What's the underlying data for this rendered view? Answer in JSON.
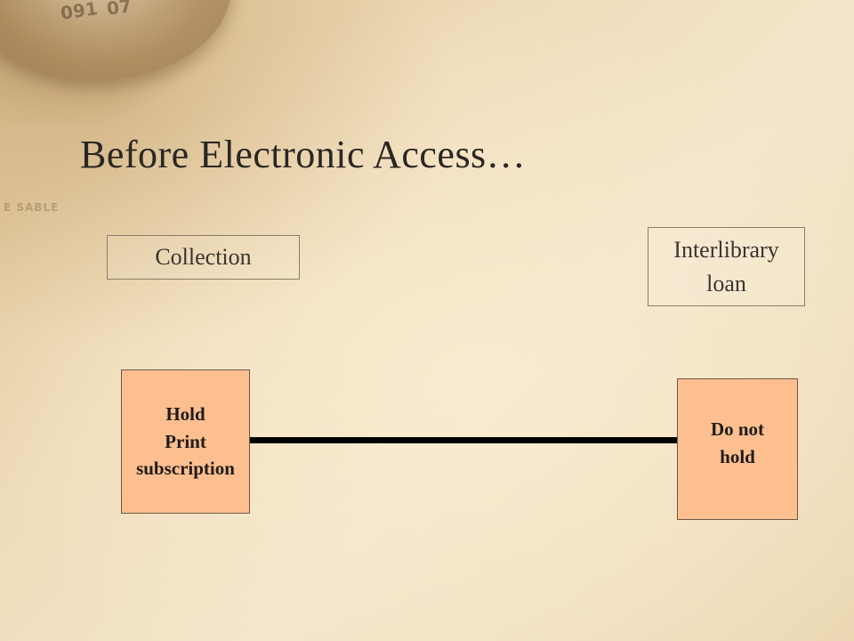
{
  "slide": {
    "title": "Before Electronic Access…"
  },
  "decoration": {
    "compass_marks": [
      "091",
      "07"
    ],
    "map_text": "E SABLE"
  },
  "diagram": {
    "collection_label": "Collection",
    "ill_label": "Interlibrary\nloan",
    "hold_box": "Hold\nPrint\nsubscription",
    "do_not_hold_box": "Do not\nhold",
    "colors": {
      "node_fill": "#fdbf90",
      "connector": "#000000"
    }
  }
}
